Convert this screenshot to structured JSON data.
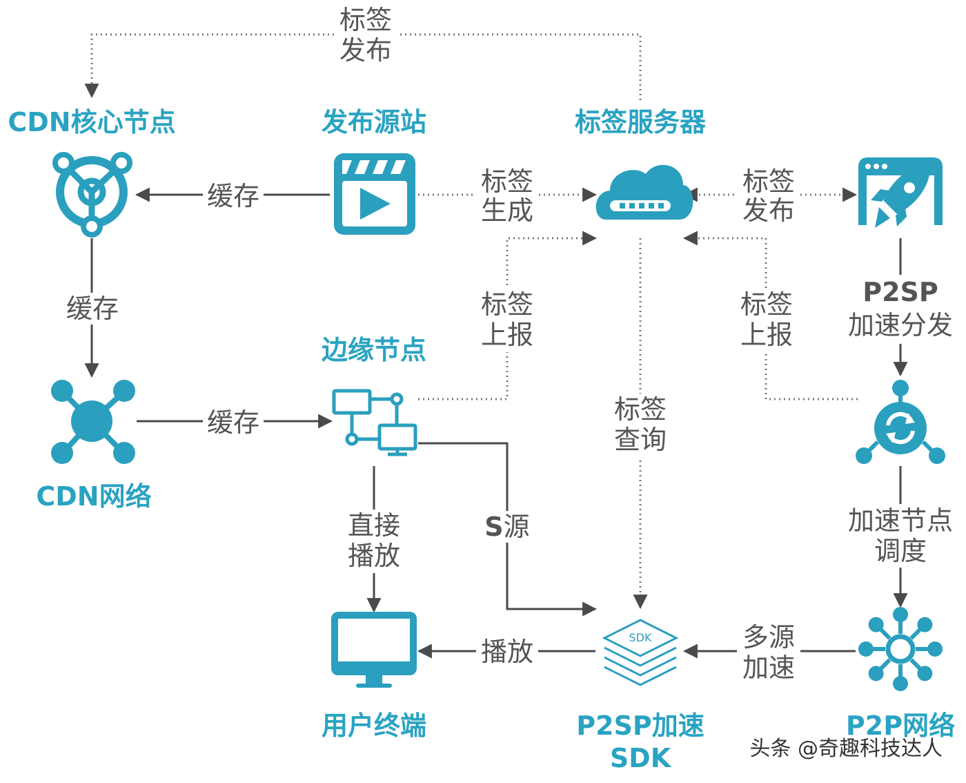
{
  "nodes": {
    "cdn_core": "CDN核心节点",
    "publish_origin": "发布源站",
    "tag_server": "标签服务器",
    "edge_node": "边缘节点",
    "cdn_network": "CDN网络",
    "user_terminal": "用户终端",
    "sdk_line1": "P2SP加速",
    "sdk_line2": "SDK",
    "p2p_network": "P2P网络"
  },
  "sdk_badge": "SDK",
  "edges": {
    "top_publish": [
      "标签",
      "发布"
    ],
    "cache_core": "缓存",
    "tag_generate": [
      "标签",
      "生成"
    ],
    "tag_publish_right": [
      "标签",
      "发布"
    ],
    "cache_down": "缓存",
    "tag_report_left": [
      "标签",
      "上报"
    ],
    "tag_report_right": [
      "标签",
      "上报"
    ],
    "p2sp_bold": "P2SP",
    "p2sp_dist": "加速分发",
    "cache_edge": "缓存",
    "tag_query": [
      "标签",
      "查询"
    ],
    "direct_play": [
      "直接",
      "播放"
    ],
    "s_bold": "S",
    "s_source": "源",
    "accel_schedule": [
      "加速节点",
      "调度"
    ],
    "play": "播放",
    "multi_source": [
      "多源",
      "加速"
    ]
  },
  "watermark": "头条 @奇趣科技达人"
}
